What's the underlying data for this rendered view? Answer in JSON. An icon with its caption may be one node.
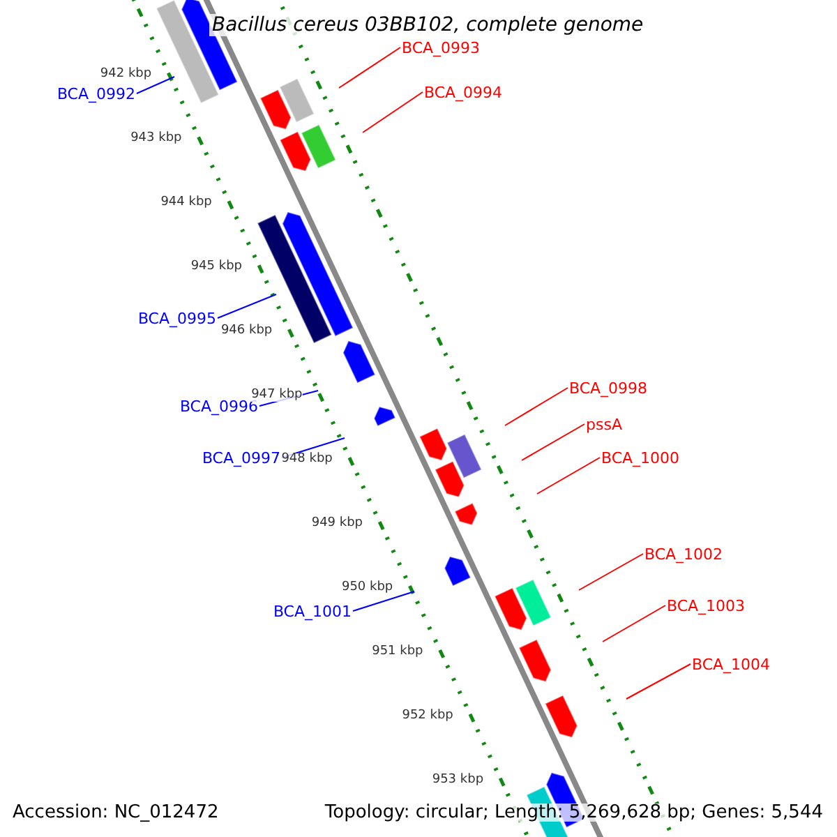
{
  "diagram": {
    "title": "Bacillus cereus 03BB102, complete genome",
    "nodes": [
      {
        "text": [
          "BCA_0992"
        ]
      },
      {
        "text": [
          "BCA_0993"
        ]
      },
      {
        "text": [
          "BCA_0994"
        ]
      },
      {
        "text": [
          "BCA_0995"
        ]
      },
      {
        "text": [
          "BCA_0996"
        ]
      },
      {
        "text": [
          "BCA_0997"
        ]
      },
      {
        "text": [
          "BCA_0998"
        ]
      },
      {
        "text": [
          "pssA"
        ]
      },
      {
        "text": [
          "BCA_1000"
        ]
      },
      {
        "text": [
          "BCA_1001"
        ]
      },
      {
        "text": [
          "BCA_1002"
        ]
      },
      {
        "text": [
          "BCA_1003"
        ]
      },
      {
        "text": [
          "BCA_1004"
        ]
      }
    ],
    "edges": [
      {
        "from": 0,
        "to": null,
        "arrow": "none",
        "color": "#0000ff"
      },
      {
        "from": 1,
        "to": null,
        "arrow": "none"
      },
      {
        "from": 2,
        "to": null,
        "arrow": "none"
      },
      {
        "from": 3,
        "to": null,
        "arrow": "none",
        "color": "#0000ff"
      },
      {
        "from": 4,
        "to": null,
        "arrow": "none",
        "color": "#0000ff"
      },
      {
        "from": 5,
        "to": null,
        "arrow": "none",
        "color": "#0000ff"
      },
      {
        "from": 6,
        "to": null,
        "arrow": "none"
      },
      {
        "from": 7,
        "to": null,
        "arrow": "none"
      },
      {
        "from": 8,
        "to": null,
        "arrow": "none"
      },
      {
        "from": 9,
        "to": null,
        "arrow": "none",
        "color": "#0000ff"
      },
      {
        "from": 10,
        "to": null,
        "arrow": "none"
      },
      {
        "from": 11,
        "to": null,
        "arrow": "none"
      },
      {
        "from": 12,
        "to": null,
        "arrow": "none"
      }
    ],
    "labels": [
      "942 kbp",
      "943 kbp",
      "944 kbp",
      "945 kbp",
      "946 kbp",
      "947 kbp",
      "948 kbp",
      "949 kbp",
      "950 kbp",
      "951 kbp",
      "952 kbp",
      "953 kbp",
      "Accession: NC_012472",
      "Topology: circular; Length: 5,269,628 bp; Genes: 5,544"
    ]
  }
}
